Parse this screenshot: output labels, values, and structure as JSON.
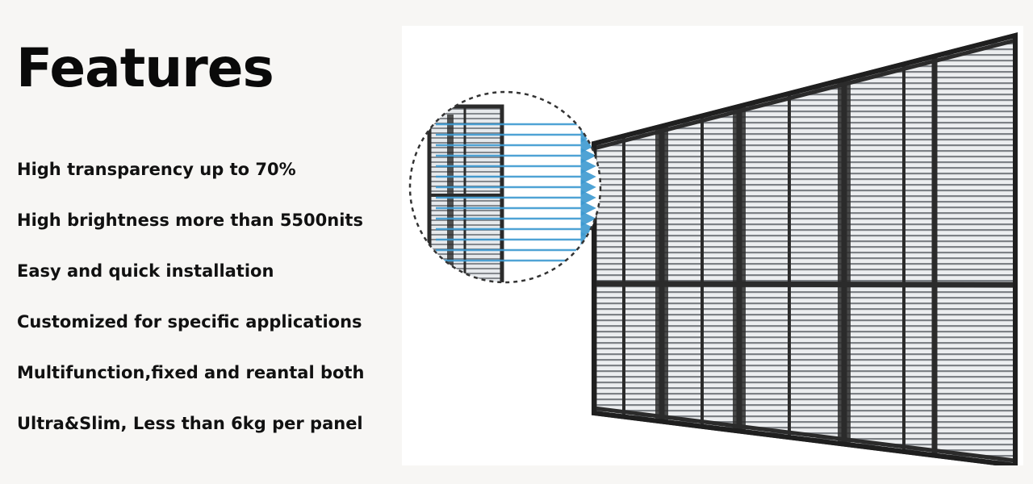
{
  "heading": "Features",
  "features": [
    "High transparency up to 70%",
    "High brightness more than 5500nits",
    "Easy and quick installation",
    "Customized for specific applications",
    "Multifunction,fixed and reantal both",
    "Ultra&Slim, Less than 6kg per panel"
  ],
  "image": {
    "subject": "transparent LED display wall with magnified panel detail",
    "arrow_color": "#3c9ad1",
    "frame_color": "#2b2b2b"
  }
}
